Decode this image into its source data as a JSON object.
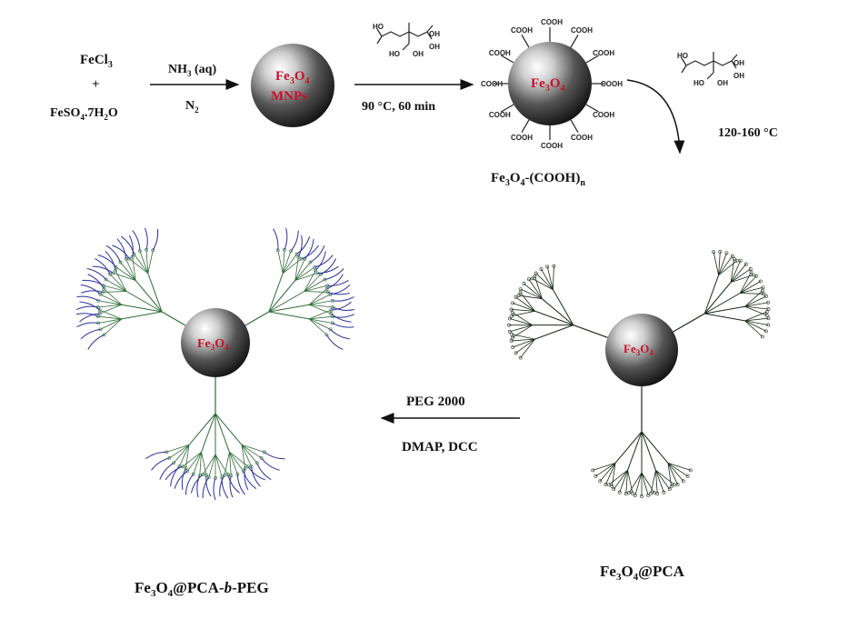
{
  "reagents": {
    "fecl3": "FeCl",
    "fecl3_sub": "3",
    "plus": "+",
    "feso4_a": "FeSO",
    "feso4_sub": "4",
    "feso4_b": ".7H",
    "feso4_sub2": "2",
    "feso4_c": "O"
  },
  "step1": {
    "top_a": "NH",
    "top_sub": "3",
    "top_b": " (aq)",
    "bottom_a": "N",
    "bottom_sub": "2"
  },
  "mnp": {
    "line1_a": "Fe",
    "line1_sub1": "3",
    "line1_b": "O",
    "line1_sub2": "4",
    "line2": "MNPs"
  },
  "step2": {
    "condition": "90 °C, 60 min"
  },
  "cooh_particle": {
    "core_a": "Fe",
    "core_sub1": "3",
    "core_b": "O",
    "core_sub2": "4",
    "label_a": "Fe",
    "label_sub1": "3",
    "label_b": "O",
    "label_sub2": "4",
    "label_c": "-(COOH)",
    "label_sub3": "n"
  },
  "step3": {
    "condition": "120-160 °C"
  },
  "pca": {
    "core_a": "Fe",
    "core_sub1": "3",
    "core_b": "O",
    "core_sub2": "4",
    "label_a": "Fe",
    "label_sub1": "3",
    "label_b": "O",
    "label_sub2": "4",
    "label_c": "@PCA"
  },
  "step4": {
    "top": "PEG 2000",
    "bottom": "DMAP, DCC"
  },
  "peg": {
    "core_a": "Fe",
    "core_sub1": "3",
    "core_b": "O",
    "core_sub2": "4",
    "label_a": "Fe",
    "label_sub1": "3",
    "label_b": "O",
    "label_sub2": "4",
    "label_c": "@PCA-",
    "label_italic": "b",
    "label_d": "-PEG"
  },
  "citric_acid": {
    "oh": "OH",
    "ho": "HO"
  },
  "colors": {
    "core_red": "#c8102e",
    "dendrimer_dark": "#1a2a1a",
    "dendrimer_green": "#2f6b3a",
    "peg_blue": "#2b2f9e"
  }
}
